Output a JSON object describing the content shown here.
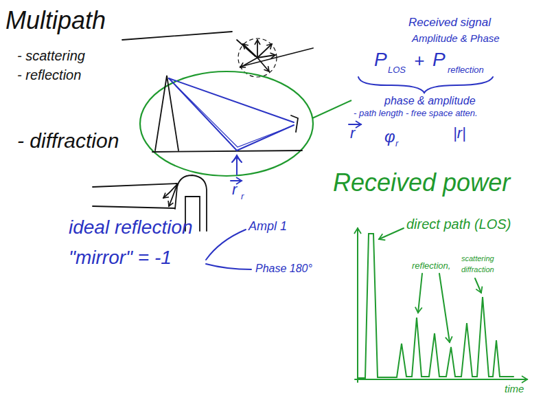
{
  "diagram": {
    "title": "Multipath",
    "labels": [
      "- scattering",
      "- reflection",
      "- diffraction",
      "Received signal",
      "Amplitude & Phase",
      "P",
      "LOS",
      "+",
      "P",
      "reflection",
      "phase & amplitude",
      "- path length - free space atten.",
      "r",
      "φ",
      "r",
      "|r|",
      "r",
      "r",
      "ideal reflection",
      "\"mirror\" = -1",
      "Ampl 1",
      "Phase 180°",
      "Received power",
      "direct path (LOS)",
      "reflection,",
      "scattering",
      "diffraction",
      "time"
    ]
  }
}
